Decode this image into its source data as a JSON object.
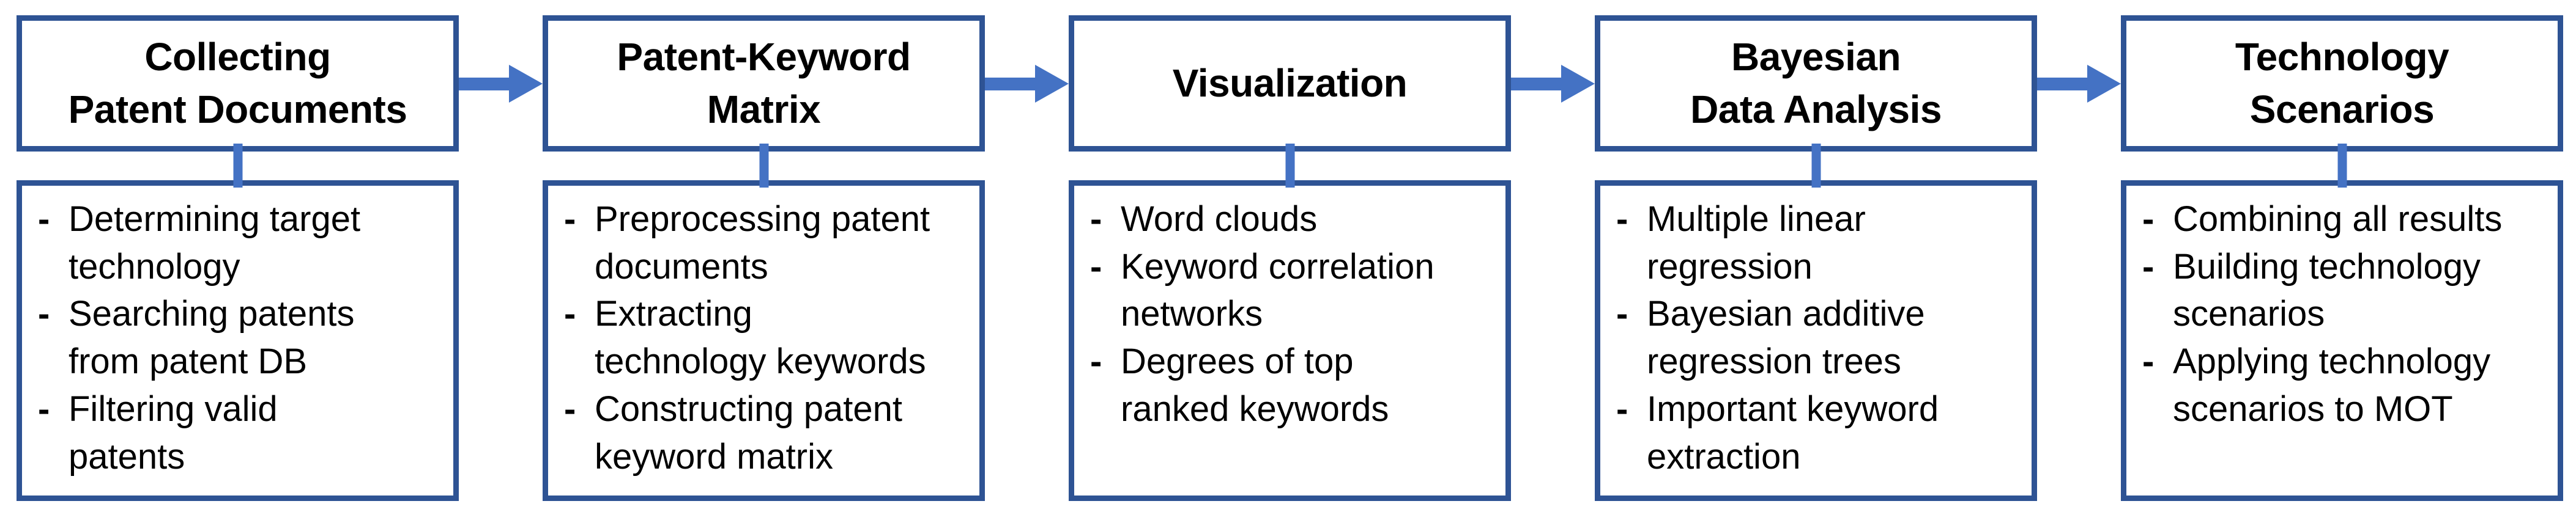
{
  "diagram": {
    "border_color": "#2e5394",
    "connector_color": "#4472c4",
    "text_color": "#000000",
    "background_color": "#ffffff",
    "bullet_marker": "-",
    "stages": [
      {
        "title": "Collecting\nPatent Documents",
        "bullets": [
          "Determining target\ntechnology",
          "Searching patents\nfrom patent DB",
          "Filtering valid\npatents"
        ]
      },
      {
        "title": "Patent-Keyword\nMatrix",
        "bullets": [
          "Preprocessing patent\ndocuments",
          "Extracting\ntechnology keywords",
          "Constructing patent\nkeyword matrix"
        ]
      },
      {
        "title": "Visualization",
        "bullets": [
          "Word clouds",
          "Keyword correlation\nnetworks",
          "Degrees of top\nranked keywords"
        ]
      },
      {
        "title": "Bayesian\nData Analysis",
        "bullets": [
          "Multiple linear\nregression",
          "Bayesian additive\nregression trees",
          "Important keyword\nextraction"
        ]
      },
      {
        "title": "Technology\nScenarios",
        "bullets": [
          "Combining all results",
          "Building technology\nscenarios",
          "Applying technology\nscenarios to MOT"
        ]
      }
    ]
  }
}
